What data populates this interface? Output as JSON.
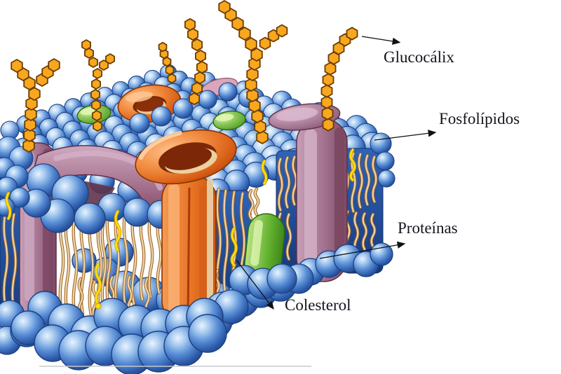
{
  "diagram": {
    "type": "cell-membrane-3d-illustration",
    "background": "#ffffff",
    "labels": {
      "glucocalix": {
        "text": "Glucocálix"
      },
      "fosfolipidos": {
        "text": "Fosfolípidos"
      },
      "proteinas": {
        "text": "Proteínas"
      },
      "colesterol": {
        "text": "Colesterol"
      }
    },
    "colors": {
      "phospholipid_head": "#5b8fd6",
      "fatty_acid_tail": "#eed2a2",
      "channel_protein_orange": "#e87425",
      "protein_mauve": "#a2718e",
      "protein_green": "#63b230",
      "glycocalyx_hexagon": "#f8a71e",
      "cholesterol_yellow": "#ffdf0a",
      "label_text": "#14141e",
      "arrow": "#111111"
    }
  }
}
